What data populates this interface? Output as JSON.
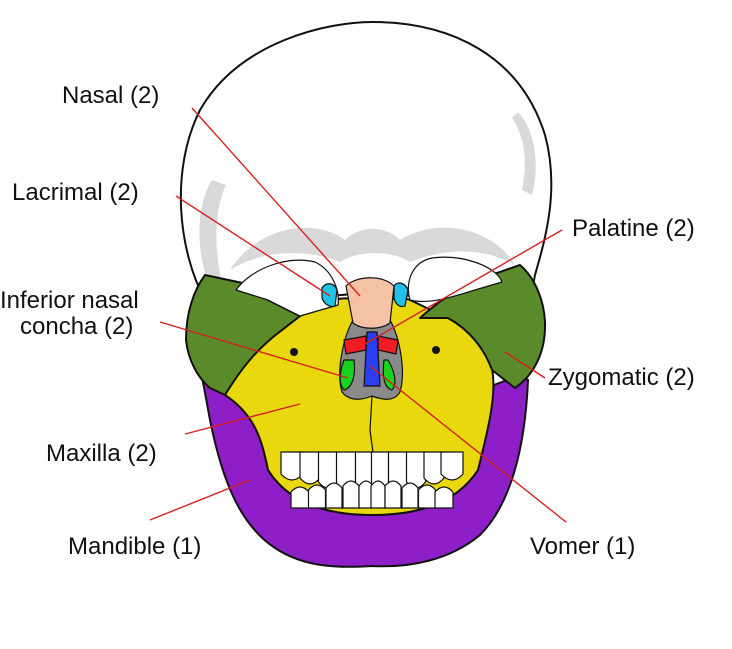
{
  "colors": {
    "cranium": "#ffffff",
    "shading": "#d9d9d9",
    "mandible": "#8e1ec8",
    "maxilla": "#e9d80d",
    "zygomatic": "#5a8a2a",
    "nasal": "#f5c2a6",
    "lacrimal": "#22c2e8",
    "palatine": "#ee1c24",
    "inferior_nasal_concha": "#19d11f",
    "vomer": "#2a3df0",
    "cavity": "#8a8a8a",
    "teeth": "#ffffff",
    "leader": "#d62020"
  },
  "labels": {
    "nasal": "Nasal (2)",
    "lacrimal": "Lacrimal (2)",
    "inferior_nasal_1": "Inferior nasal",
    "inferior_nasal_2": "concha (2)",
    "maxilla": "Maxilla (2)",
    "mandible": "Mandible (1)",
    "palatine": "Palatine (2)",
    "zygomatic": "Zygomatic (2)",
    "vomer": "Vomer (1)"
  }
}
